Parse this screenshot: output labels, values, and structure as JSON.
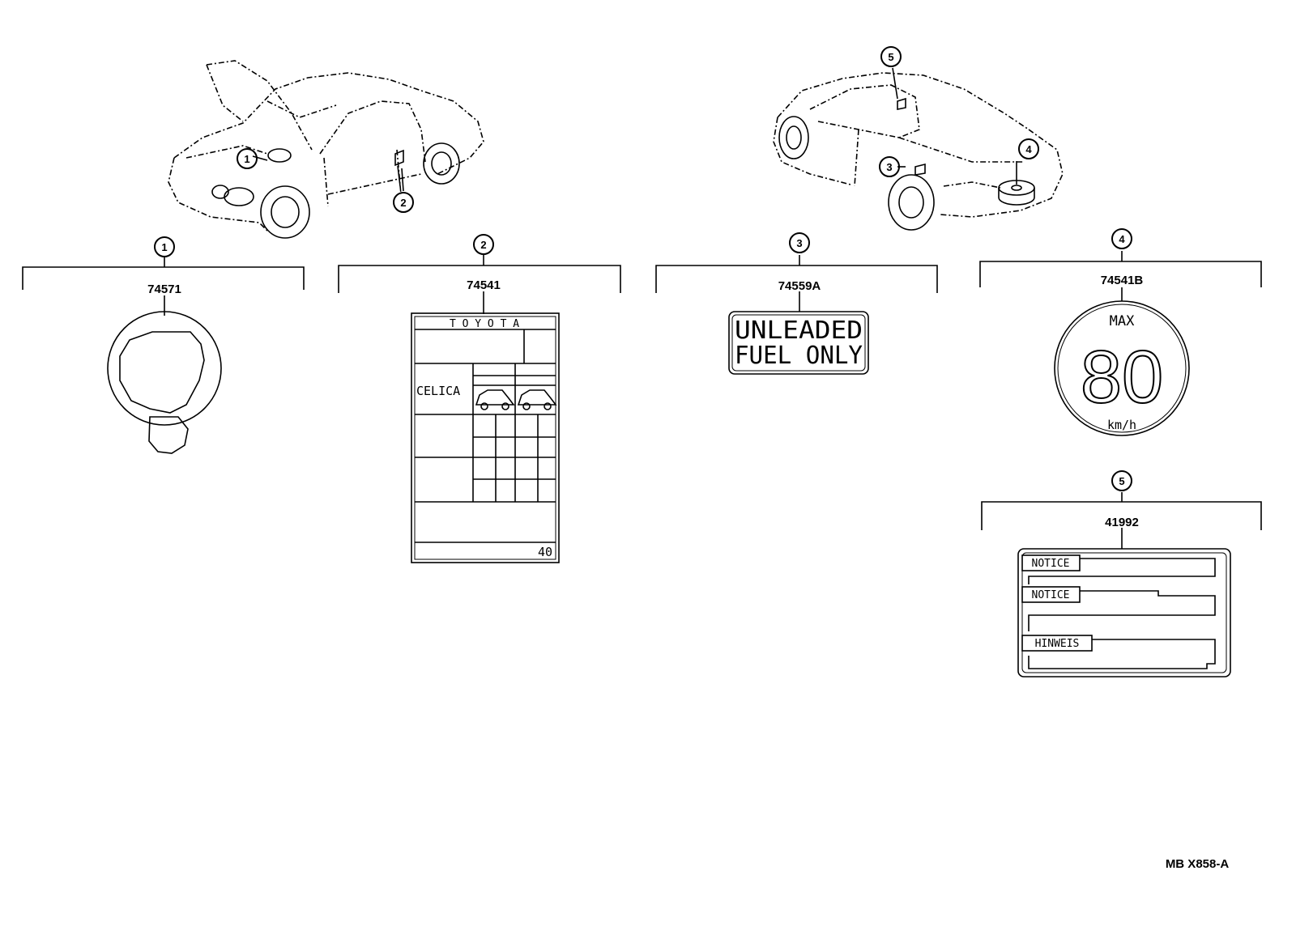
{
  "callouts": {
    "c1": "1",
    "c2": "2",
    "c3": "3",
    "c4": "4",
    "c5": "5"
  },
  "parts": {
    "p1": {
      "number": "74571"
    },
    "p2": {
      "number": "74541",
      "brand": "T O Y O T A",
      "model": "CELICA",
      "code": "40"
    },
    "p3": {
      "number": "74559A",
      "line1": "UNLEADED",
      "line2": "FUEL ONLY"
    },
    "p4": {
      "number": "74541B",
      "max": "MAX",
      "speed": "80",
      "unit": "km/h"
    },
    "p5": {
      "number": "41992",
      "tag1": "NOTICE",
      "tag2": "NOTICE",
      "tag3": "HINWEIS"
    }
  },
  "footer": {
    "code": "MB X858-A"
  }
}
